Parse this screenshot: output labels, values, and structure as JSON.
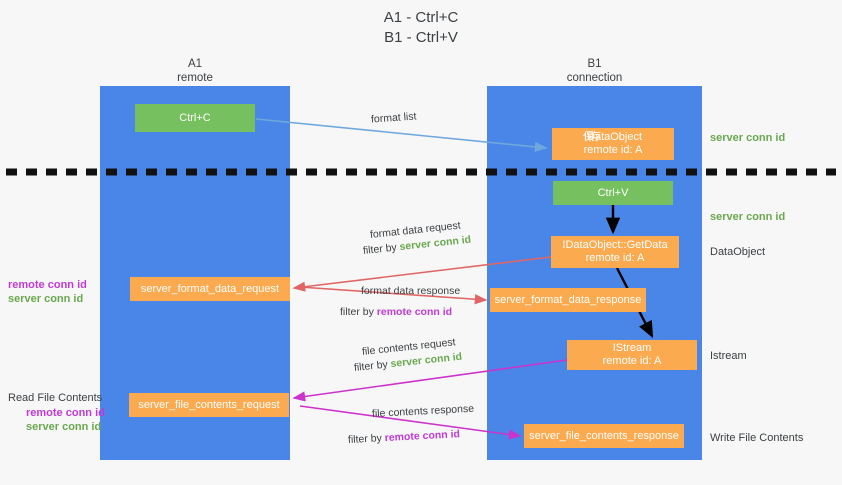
{
  "title": {
    "line1": "A1 - Ctrl+C",
    "line2": "B1 - Ctrl+V"
  },
  "columns": [
    {
      "name": "A1",
      "subtitle": "remote"
    },
    {
      "name": "B1",
      "subtitle": "connection"
    }
  ],
  "nodes": {
    "ctrl_c": {
      "label": "Ctrl+C",
      "color": "#77c05f"
    },
    "idataobject": {
      "label": "IDataObject",
      "ghost": "保存",
      "sub": "remote id: A",
      "color": "#fbaa4f"
    },
    "ctrl_v": {
      "label": "Ctrl+V",
      "color": "#77c05f"
    },
    "getdata": {
      "label": "IDataObject::GetData",
      "sub": "remote id: A",
      "color": "#fbaa4f"
    },
    "server_format_data_request": {
      "label": "server_format_data_request",
      "color": "#fbaa4f"
    },
    "server_format_data_response": {
      "label": "server_format_data_response",
      "color": "#fbaa4f"
    },
    "istream": {
      "label": "IStream",
      "sub": "remote id: A",
      "color": "#fbaa4f"
    },
    "server_file_contents_request": {
      "label": "server_file_contents_request",
      "color": "#fbaa4f"
    },
    "server_file_contents_response": {
      "label": "server_file_contents_response",
      "color": "#fbaa4f"
    }
  },
  "edges": {
    "format_list": "format list",
    "format_data_request": "format data request",
    "format_data_request_filter_prefix": "filter by ",
    "format_data_request_filter_value": "server conn id",
    "format_data_response": "format data response",
    "format_data_response_filter_prefix": "filter by ",
    "format_data_response_filter_value": "remote conn id",
    "file_contents_request": "file contents request",
    "file_contents_request_filter_prefix": "filter by ",
    "file_contents_request_filter_value": "server conn id",
    "file_contents_response": "file contents response",
    "file_contents_response_filter_prefix": "filter by ",
    "file_contents_response_filter_value": "remote conn id"
  },
  "annotations": {
    "server_conn_id_top": "server conn id",
    "server_conn_id_mid": "server conn id",
    "dataobject": "DataObject",
    "istream": "Istream",
    "write_file_contents": "Write File Contents",
    "read_file_contents": "Read File Contents",
    "remote_conn_id_left_1": "remote conn id",
    "server_conn_id_left_1": "server conn id",
    "remote_conn_id_left_2": "remote conn id",
    "server_conn_id_left_2": "server conn id"
  },
  "colors": {
    "lane": "#4a86e8",
    "green_node": "#77c05f",
    "orange_node": "#fbaa4f",
    "green_text": "#6aa84f",
    "magenta_text": "#c13ad6",
    "arrow_blue": "#6fa8dc",
    "arrow_red": "#e06666",
    "arrow_magenta": "#cc33cc",
    "arrow_black": "#000000",
    "background": "#f7f7f7"
  }
}
